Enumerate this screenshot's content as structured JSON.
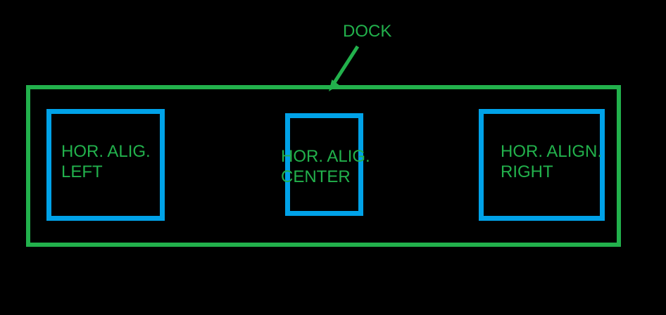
{
  "colors": {
    "background": "#000000",
    "green": "#22B14C",
    "blue": "#00A2E8"
  },
  "dock": {
    "label": "DOCK"
  },
  "panels": [
    {
      "id": "left",
      "line1": "HOR. ALIG.",
      "line2": "LEFT"
    },
    {
      "id": "center",
      "line1": "HOR. ALIG.",
      "line2": "CENTER"
    },
    {
      "id": "right",
      "line1": "HOR. ALIGN.",
      "line2": "RIGHT"
    }
  ]
}
